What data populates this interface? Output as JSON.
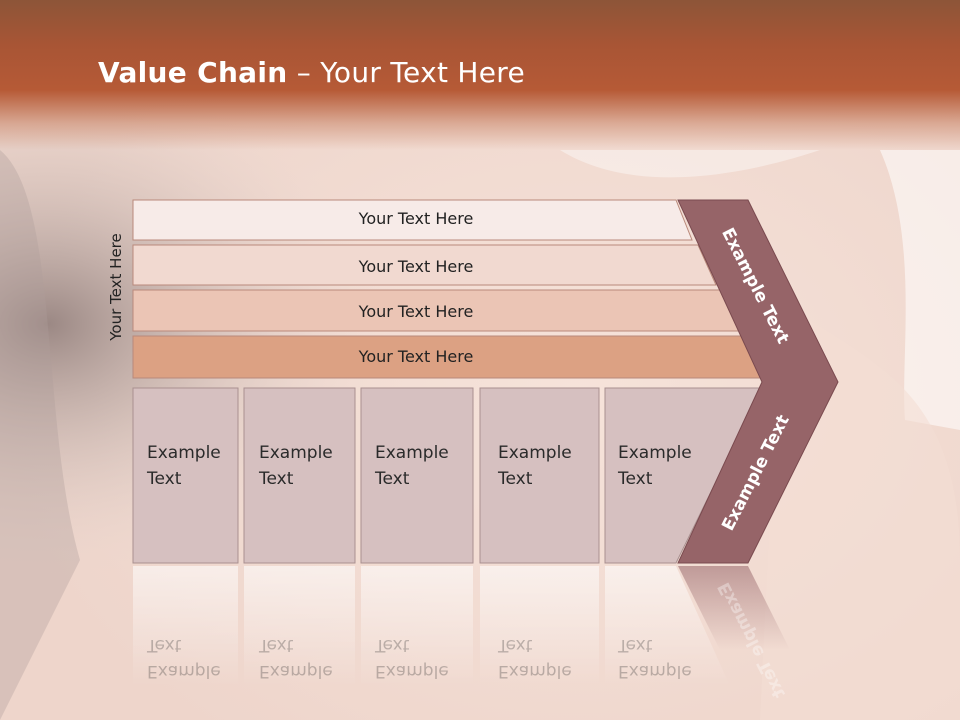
{
  "slide": {
    "title_bold": "Value Chain",
    "title_rest": " – Your Text Here",
    "vertical_label": "Your Text Here"
  },
  "bars": [
    {
      "label": "Your Text Here"
    },
    {
      "label": "Your Text Here"
    },
    {
      "label": "Your Text Here"
    },
    {
      "label": "Your Text Here"
    }
  ],
  "boxes": [
    {
      "line1": "Example",
      "line2": "Text"
    },
    {
      "line1": "Example",
      "line2": "Text"
    },
    {
      "line1": "Example",
      "line2": "Text"
    },
    {
      "line1": "Example",
      "line2": "Text"
    },
    {
      "line1": "Example",
      "line2": "Text"
    }
  ],
  "chevron": {
    "upper_label": "Example Text",
    "lower_label": "Example Text"
  },
  "colors": {
    "header": "#b65a36",
    "bar1": "#f7ebe8",
    "bar2": "#f1d9d0",
    "bar3": "#ebc5b5",
    "bar4": "#dca183",
    "box": "#d6c0c0",
    "chevron": "#966468"
  }
}
